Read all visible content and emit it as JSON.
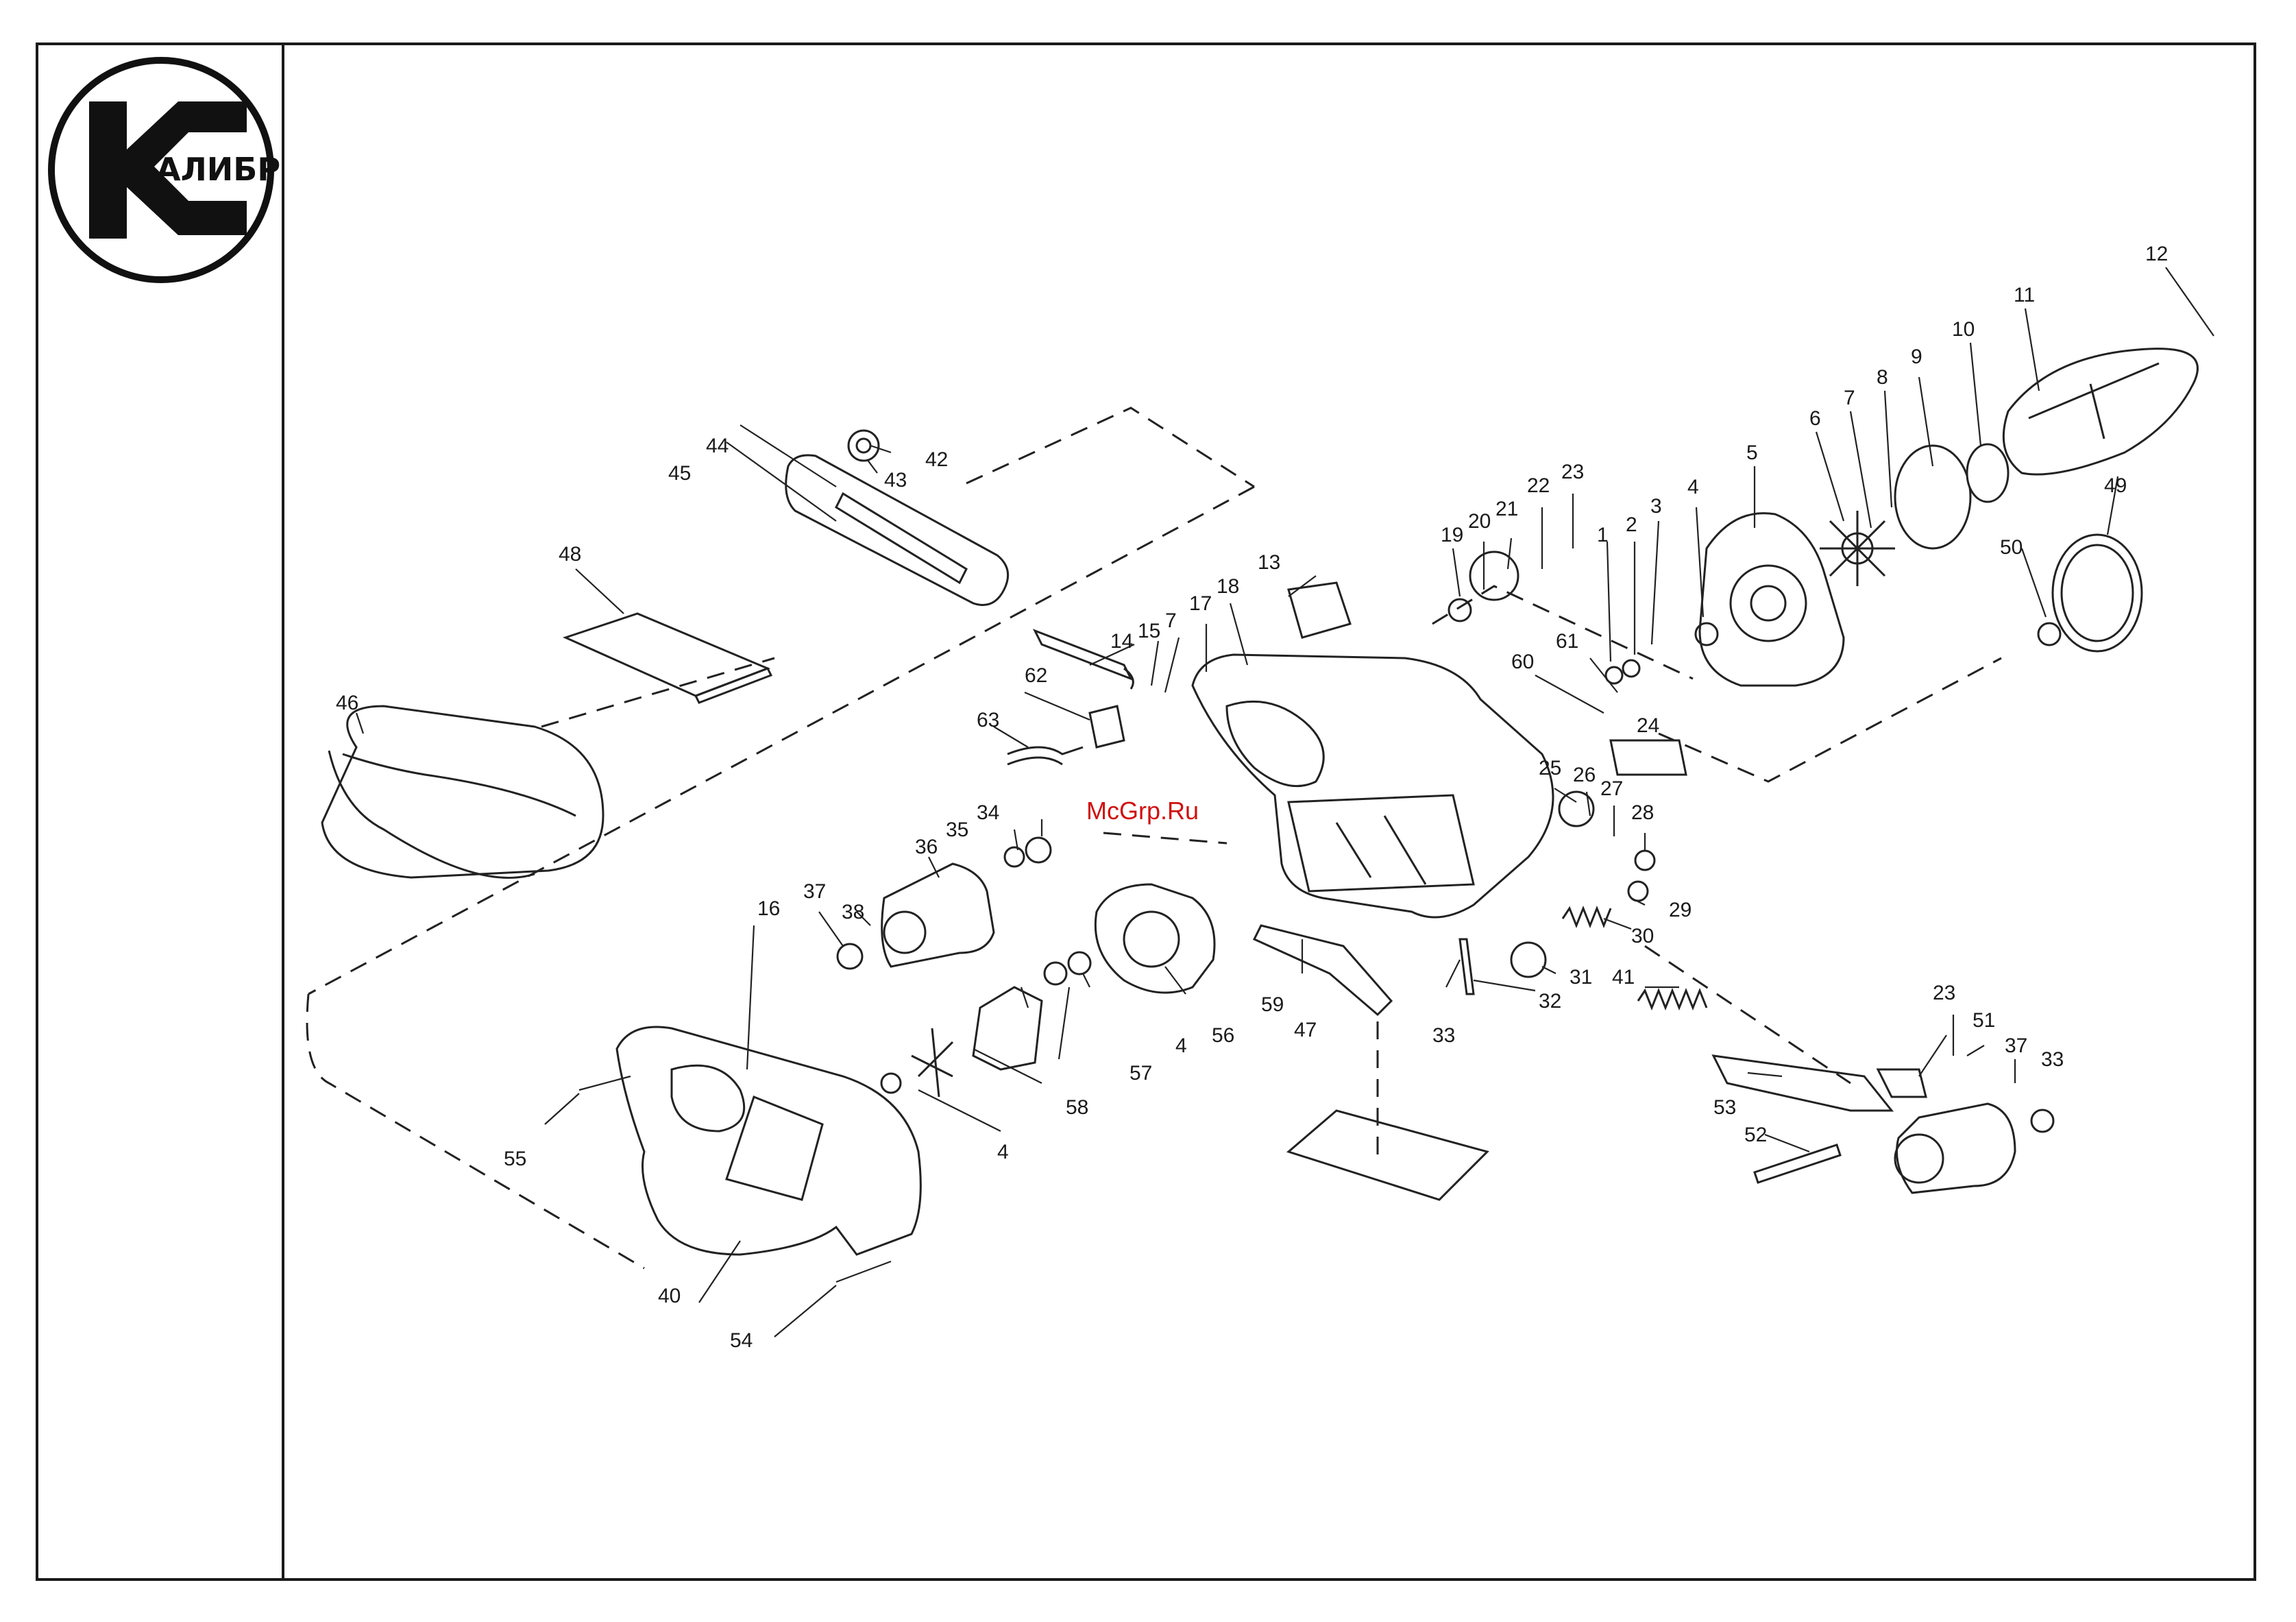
{
  "brand": {
    "logo_text": "АЛИБР",
    "logo_letter": "К"
  },
  "watermark": "McGrp.Ru",
  "callouts": [
    "1",
    "2",
    "3",
    "4",
    "5",
    "6",
    "7",
    "8",
    "9",
    "10",
    "11",
    "12",
    "13",
    "14",
    "15",
    "16",
    "17",
    "18",
    "19",
    "20",
    "21",
    "22",
    "23",
    "24",
    "25",
    "26",
    "27",
    "28",
    "29",
    "30",
    "31",
    "32",
    "33",
    "34",
    "35",
    "36",
    "37",
    "38",
    "40",
    "41",
    "42",
    "43",
    "44",
    "45",
    "46",
    "47",
    "48",
    "49",
    "50",
    "51",
    "52",
    "53",
    "54",
    "55",
    "56",
    "57",
    "58",
    "59",
    "60",
    "61",
    "62",
    "63"
  ],
  "colors": {
    "line": "#222222",
    "watermark": "#d01010",
    "background": "#ffffff"
  }
}
